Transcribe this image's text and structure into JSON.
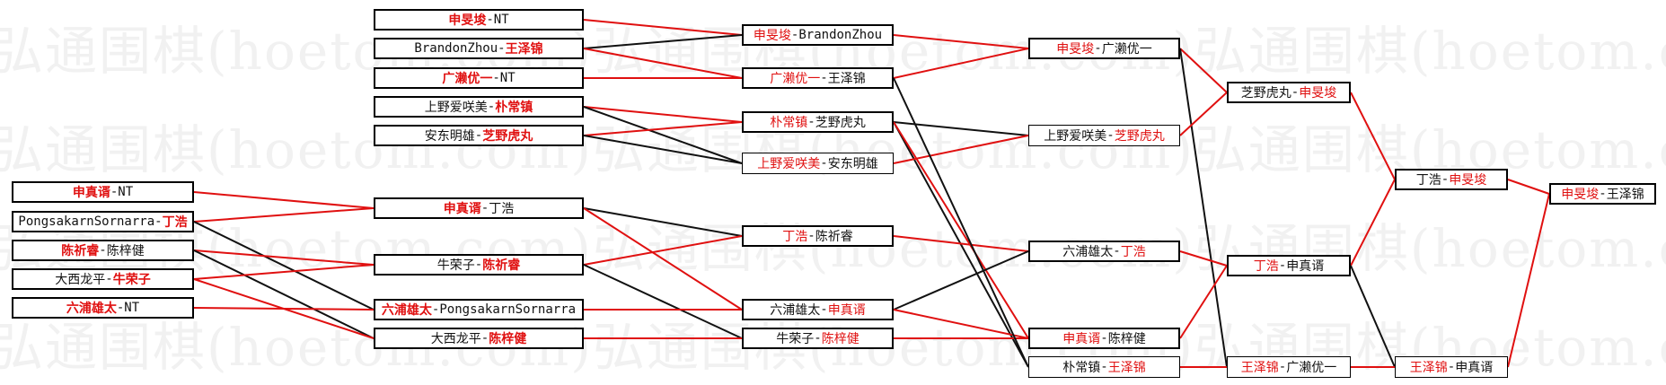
{
  "watermark": "弘通围棋(hoetom.com)",
  "colors": {
    "winner": "#e01010",
    "loser": "#111111",
    "line_red": "#e01010",
    "line_black": "#111111"
  },
  "rounds": {
    "r1": [
      {
        "a": "申真谞",
        "b": "NT",
        "win": "a"
      },
      {
        "a": "PongsakarnSornarra",
        "b": "丁浩",
        "win": "b"
      },
      {
        "a": "陈祈睿",
        "b": "陈梓健",
        "win": "a"
      },
      {
        "a": "大西龙平",
        "b": "牛荣子",
        "win": "b"
      },
      {
        "a": "六浦雄太",
        "b": "NT",
        "win": "a"
      }
    ],
    "r2": [
      {
        "a": "申旻埈",
        "b": "NT",
        "win": "a"
      },
      {
        "a": "BrandonZhou",
        "b": "王泽锦",
        "win": "b"
      },
      {
        "a": "广濑优一",
        "b": "NT",
        "win": "a"
      },
      {
        "a": "上野爱咲美",
        "b": "朴常镇",
        "win": "b"
      },
      {
        "a": "安东明雄",
        "b": "芝野虎丸",
        "win": "b"
      },
      {
        "a": "申真谞",
        "b": "丁浩",
        "win": "a"
      },
      {
        "a": "牛荣子",
        "b": "陈祈睿",
        "win": "b"
      },
      {
        "a": "六浦雄太",
        "b": "PongsakarnSornarra",
        "win": "a"
      },
      {
        "a": "大西龙平",
        "b": "陈梓健",
        "win": "b"
      }
    ],
    "r3": [
      {
        "a": "申旻埈",
        "b": "BrandonZhou",
        "win": "a"
      },
      {
        "a": "广濑优一",
        "b": "王泽锦",
        "win": "a"
      },
      {
        "a": "朴常镇",
        "b": "芝野虎丸",
        "win": "a"
      },
      {
        "a": "上野爱咲美",
        "b": "安东明雄",
        "win": "a"
      },
      {
        "a": "丁浩",
        "b": "陈祈睿",
        "win": "a"
      },
      {
        "a": "六浦雄太",
        "b": "申真谞",
        "win": "b"
      },
      {
        "a": "牛荣子",
        "b": "陈梓健",
        "win": "b"
      }
    ],
    "r4": [
      {
        "a": "申旻埈",
        "b": "广濑优一",
        "win": "a"
      },
      {
        "a": "上野爱咲美",
        "b": "芝野虎丸",
        "win": "b"
      },
      {
        "a": "六浦雄太",
        "b": "丁浩",
        "win": "b"
      },
      {
        "a": "申真谞",
        "b": "陈梓健",
        "win": "a"
      },
      {
        "a": "朴常镇",
        "b": "王泽锦",
        "win": "b"
      }
    ],
    "r5": [
      {
        "a": "芝野虎丸",
        "b": "申旻埈",
        "win": "b"
      },
      {
        "a": "丁浩",
        "b": "申真谞",
        "win": "a"
      },
      {
        "a": "王泽锦",
        "b": "广濑优一",
        "win": "a"
      }
    ],
    "r6": [
      {
        "a": "丁浩",
        "b": "申旻埈",
        "win": "b"
      },
      {
        "a": "王泽锦",
        "b": "申真谞",
        "win": "a"
      }
    ],
    "r7": [
      {
        "a": "申旻埈",
        "b": "王泽锦",
        "win": "a"
      }
    ]
  },
  "connections": [
    {
      "from": "r1.0",
      "to": "r2.5",
      "color": "red"
    },
    {
      "from": "r1.1",
      "to": "r2.5",
      "color": "red"
    },
    {
      "from": "r1.1",
      "to": "r2.7",
      "color": "black"
    },
    {
      "from": "r1.2",
      "to": "r2.6",
      "color": "red"
    },
    {
      "from": "r1.2",
      "to": "r2.8",
      "color": "black"
    },
    {
      "from": "r1.3",
      "to": "r2.6",
      "color": "red"
    },
    {
      "from": "r1.3",
      "to": "r2.8",
      "color": "red"
    },
    {
      "from": "r1.4",
      "to": "r2.7",
      "color": "red"
    },
    {
      "from": "r2.0",
      "to": "r3.0",
      "color": "red"
    },
    {
      "from": "r2.1",
      "to": "r3.0",
      "color": "black"
    },
    {
      "from": "r2.1",
      "to": "r3.1",
      "color": "red"
    },
    {
      "from": "r2.2",
      "to": "r3.1",
      "color": "red"
    },
    {
      "from": "r2.3",
      "to": "r3.2",
      "color": "red"
    },
    {
      "from": "r2.3",
      "to": "r3.3",
      "color": "black"
    },
    {
      "from": "r2.4",
      "to": "r3.2",
      "color": "red"
    },
    {
      "from": "r2.4",
      "to": "r3.3",
      "color": "black"
    },
    {
      "from": "r2.5",
      "to": "r3.4",
      "color": "black"
    },
    {
      "from": "r2.5",
      "to": "r3.5",
      "color": "red"
    },
    {
      "from": "r2.6",
      "to": "r3.4",
      "color": "red"
    },
    {
      "from": "r2.6",
      "to": "r3.6",
      "color": "black"
    },
    {
      "from": "r2.7",
      "to": "r3.5",
      "color": "red"
    },
    {
      "from": "r2.8",
      "to": "r3.6",
      "color": "red"
    },
    {
      "from": "r3.0",
      "to": "r4.0",
      "color": "red"
    },
    {
      "from": "r3.1",
      "to": "r4.0",
      "color": "red"
    },
    {
      "from": "r3.2",
      "to": "r4.1",
      "color": "black"
    },
    {
      "from": "r3.2",
      "to": "r4.4",
      "color": "black"
    },
    {
      "from": "r3.3",
      "to": "r4.1",
      "color": "red"
    },
    {
      "from": "r3.2",
      "to": "r4.3",
      "color": "red"
    },
    {
      "from": "r3.4",
      "to": "r4.2",
      "color": "red"
    },
    {
      "from": "r3.5",
      "to": "r4.2",
      "color": "black"
    },
    {
      "from": "r3.5",
      "to": "r4.3",
      "color": "red"
    },
    {
      "from": "r3.6",
      "to": "r4.3",
      "color": "red"
    },
    {
      "from": "r3.1",
      "to": "r4.4",
      "color": "black"
    },
    {
      "from": "r4.0",
      "to": "r5.0",
      "color": "red"
    },
    {
      "from": "r4.0",
      "to": "r5.2",
      "color": "black"
    },
    {
      "from": "r4.1",
      "to": "r5.0",
      "color": "red"
    },
    {
      "from": "r4.2",
      "to": "r5.1",
      "color": "red"
    },
    {
      "from": "r4.3",
      "to": "r5.1",
      "color": "red"
    },
    {
      "from": "r4.4",
      "to": "r5.2",
      "color": "red"
    },
    {
      "from": "r5.0",
      "to": "r6.0",
      "color": "red"
    },
    {
      "from": "r5.1",
      "to": "r6.0",
      "color": "red"
    },
    {
      "from": "r5.1",
      "to": "r6.1",
      "color": "black"
    },
    {
      "from": "r5.2",
      "to": "r6.1",
      "color": "red"
    },
    {
      "from": "r6.0",
      "to": "r7.0",
      "color": "red"
    },
    {
      "from": "r6.1",
      "to": "r7.0",
      "color": "red"
    }
  ]
}
